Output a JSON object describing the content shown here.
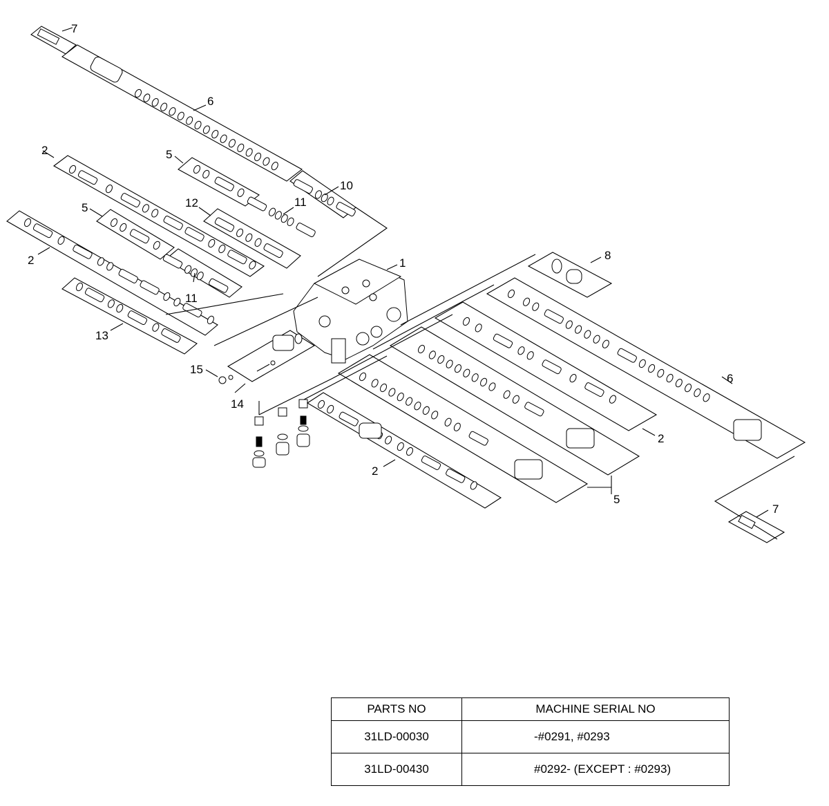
{
  "callouts": [
    {
      "id": "c-7a",
      "text": "7"
    },
    {
      "id": "c-6a",
      "text": "6"
    },
    {
      "id": "c-2a",
      "text": "2"
    },
    {
      "id": "c-5a",
      "text": "5"
    },
    {
      "id": "c-10",
      "text": "10"
    },
    {
      "id": "c-12",
      "text": "12"
    },
    {
      "id": "c-11a",
      "text": "11"
    },
    {
      "id": "c-5b",
      "text": "5"
    },
    {
      "id": "c-1",
      "text": "1"
    },
    {
      "id": "c-8",
      "text": "8"
    },
    {
      "id": "c-2b",
      "text": "2"
    },
    {
      "id": "c-11b",
      "text": "11"
    },
    {
      "id": "c-13",
      "text": "13"
    },
    {
      "id": "c-15",
      "text": "15"
    },
    {
      "id": "c-14",
      "text": "14"
    },
    {
      "id": "c-6b",
      "text": "6"
    },
    {
      "id": "c-2c",
      "text": "2"
    },
    {
      "id": "c-2d",
      "text": "2"
    },
    {
      "id": "c-5c",
      "text": "5"
    },
    {
      "id": "c-7b",
      "text": "7"
    }
  ],
  "table": {
    "headers": [
      "PARTS NO",
      "MACHINE SERIAL NO"
    ],
    "rows": [
      {
        "parts_no": "31LD-00030",
        "serial": "-#0291, #0293"
      },
      {
        "parts_no": "31LD-00430",
        "serial": "#0292-  (EXCEPT : #0293)"
      }
    ]
  }
}
